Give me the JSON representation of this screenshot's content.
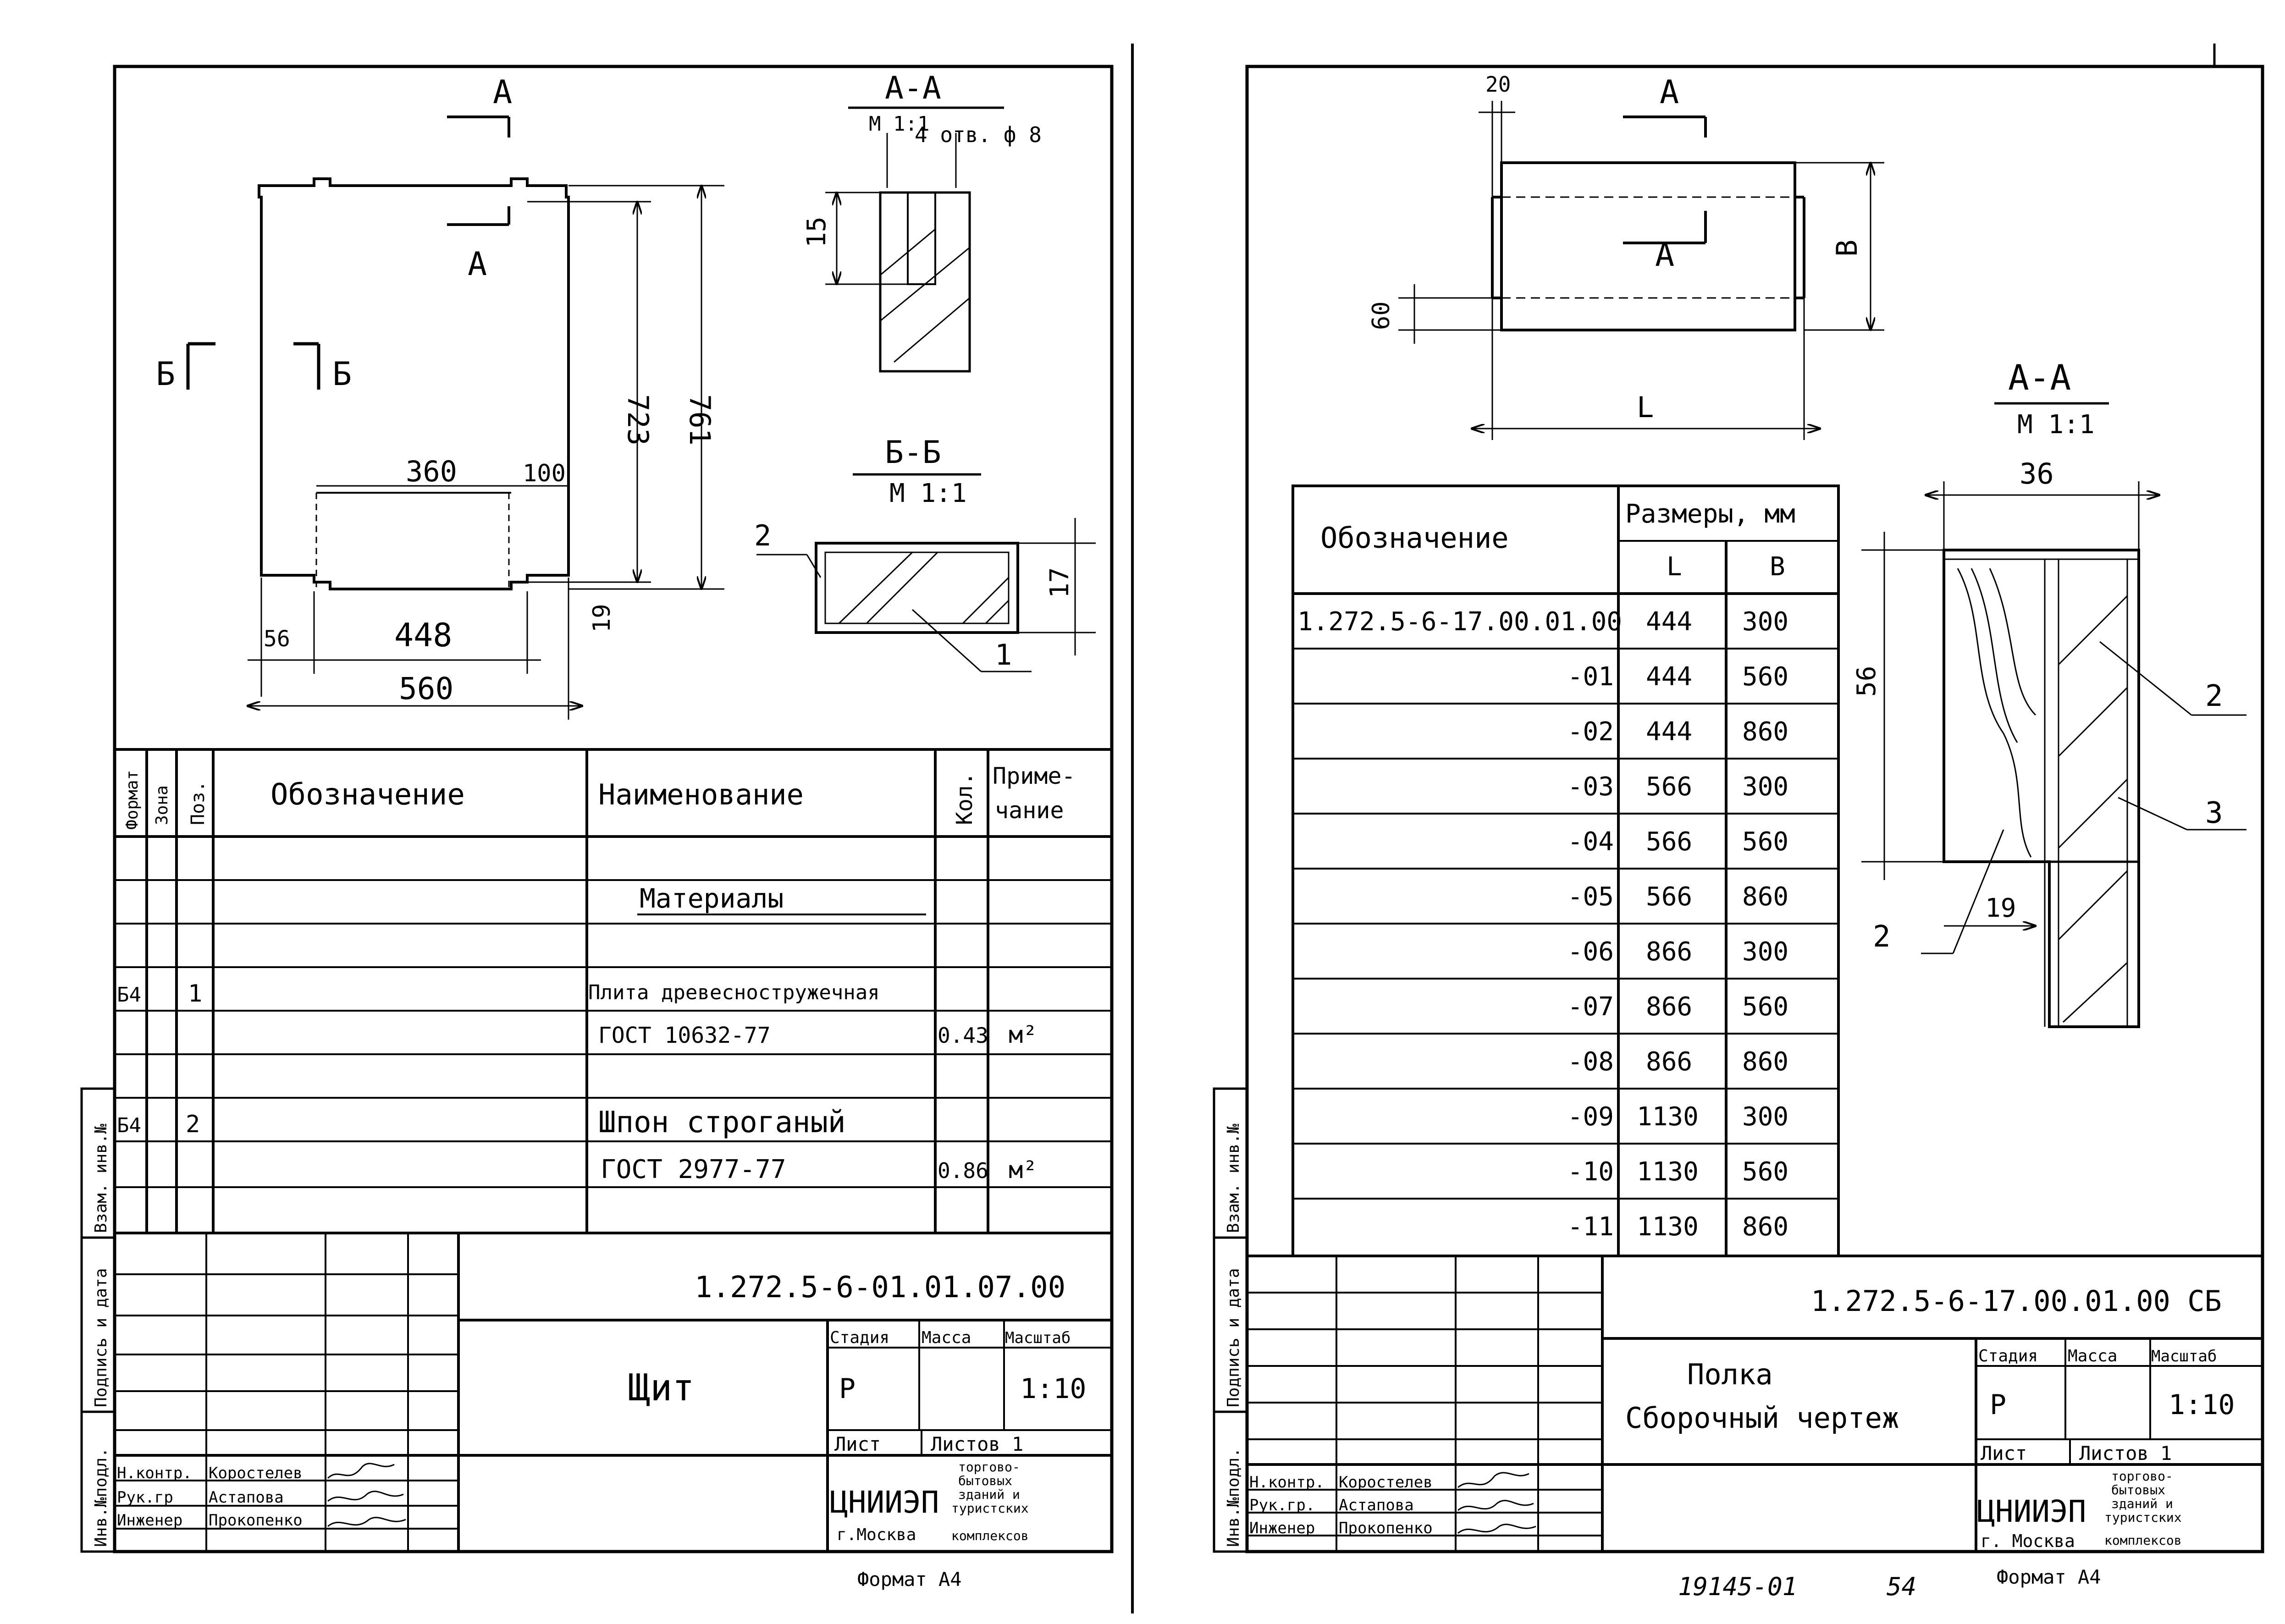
{
  "sheet1": {
    "drawing": {
      "section_aa_mark": "А",
      "section_bb_mark": "Б",
      "dim_723": "723",
      "dim_761": "761",
      "dim_360": "360",
      "dim_100": "100",
      "dim_56": "56",
      "dim_448": "448",
      "dim_560": "560",
      "dim_19": "19",
      "section_aa": {
        "title": "А-А",
        "scale": "М 1:1",
        "holes": "4 отв. ф 8",
        "dim_15": "15"
      },
      "section_bb": {
        "title": "Б-Б",
        "scale": "М 1:1",
        "dim_17": "17",
        "leader_1": "1",
        "leader_2": "2"
      }
    },
    "spec": {
      "headers": {
        "format": "Формат",
        "zone": "Зона",
        "pos": "Поз.",
        "designation": "Обозначение",
        "name": "Наименование",
        "qty": "Кол.",
        "note": "Приме-чание",
        "note_1": "Приме-",
        "note_2": "чание"
      },
      "section_title": "Материалы",
      "rows": [
        {
          "format": "Б4",
          "pos": "1",
          "name": "Плита древесностружечная",
          "qty": "",
          "note": ""
        },
        {
          "format": "",
          "pos": "",
          "name": "ГОСТ 10632-77",
          "qty": "0.43",
          "note": "м²"
        },
        {
          "format": "Б4",
          "pos": "2",
          "name": "Шпон строганый",
          "qty": "",
          "note": ""
        },
        {
          "format": "",
          "pos": "",
          "name": "ГОСТ 2977-77",
          "qty": "0.86",
          "note": "м²"
        }
      ]
    },
    "title_block": {
      "doc_number": "1.272.5-6-01.01.07.00",
      "title": "Щит",
      "stage_label": "Стадия",
      "mass_label": "Масса",
      "scale_label": "Масштаб",
      "stage": "Р",
      "scale": "1:10",
      "sheet_label": "Лист",
      "sheets_label": "Листов 1",
      "org_short": "ЦНИИЭП",
      "org_full_1": "торгово-",
      "org_full_2": "бытовых",
      "org_full_3": "зданий и",
      "org_full_4": "туристских",
      "org_full_5": "комплексов",
      "city": "г.Москва",
      "people": [
        {
          "role": "Н.контр.",
          "name": "Коростелев"
        },
        {
          "role": "Рук.гр",
          "name": "Астапова"
        },
        {
          "role": "Инженер",
          "name": "Прокопенко"
        }
      ],
      "format": "Формат А4"
    },
    "side_labels": {
      "inv_podl": "Инв.№подл.",
      "podpis": "Подпись и дата",
      "vzam": "Взам. инв.№"
    }
  },
  "sheet2": {
    "drawing": {
      "dim_20": "20",
      "dim_60": "60",
      "dim_L": "L",
      "dim_B": "B",
      "section_mark": "А",
      "section_aa": {
        "title": "А-А",
        "scale": "М 1:1",
        "dim_36": "36",
        "dim_56": "56",
        "dim_19": "19",
        "leader_2a": "2",
        "leader_3": "3",
        "leader_2b": "2"
      }
    },
    "sizes_table": {
      "header_designation": "Обозначение",
      "header_sizes": "Размеры, мм",
      "header_L": "L",
      "header_B": "B",
      "rows": [
        {
          "d": "1.272.5-6-17.00.01.00",
          "L": "444",
          "B": "300"
        },
        {
          "d": "-01",
          "L": "444",
          "B": "560"
        },
        {
          "d": "-02",
          "L": "444",
          "B": "860"
        },
        {
          "d": "-03",
          "L": "566",
          "B": "300"
        },
        {
          "d": "-04",
          "L": "566",
          "B": "560"
        },
        {
          "d": "-05",
          "L": "566",
          "B": "860"
        },
        {
          "d": "-06",
          "L": "866",
          "B": "300"
        },
        {
          "d": "-07",
          "L": "866",
          "B": "560"
        },
        {
          "d": "-08",
          "L": "866",
          "B": "860"
        },
        {
          "d": "-09",
          "L": "1130",
          "B": "300"
        },
        {
          "d": "-10",
          "L": "1130",
          "B": "560"
        },
        {
          "d": "-11",
          "L": "1130",
          "B": "860"
        }
      ]
    },
    "title_block": {
      "doc_number": "1.272.5-6-17.00.01.00 СБ",
      "title_1": "Полка",
      "title_2": "Сборочный чертеж",
      "stage_label": "Стадия",
      "mass_label": "Масса",
      "scale_label": "Масштаб",
      "stage": "Р",
      "scale": "1:10",
      "sheet_label": "Лист",
      "sheets_label": "Листов 1",
      "org_short": "ЦНИИЭП",
      "org_full_1": "торгово-",
      "org_full_2": "бытовых",
      "org_full_3": "зданий и",
      "org_full_4": "туристских",
      "org_full_5": "комплексов",
      "city": "г. Москва",
      "people": [
        {
          "role": "Н.контр.",
          "name": "Коростелев"
        },
        {
          "role": "Рук.гр.",
          "name": "Астапова"
        },
        {
          "role": "Инженер",
          "name": "Прокопенко"
        }
      ],
      "format": "Формат А4",
      "archive_no": "19145-01",
      "page_no": "54"
    },
    "side_labels": {
      "inv_podl": "Инв.№подл.",
      "podpis": "Подпись и дата",
      "vzam": "Взам. инв.№"
    }
  }
}
